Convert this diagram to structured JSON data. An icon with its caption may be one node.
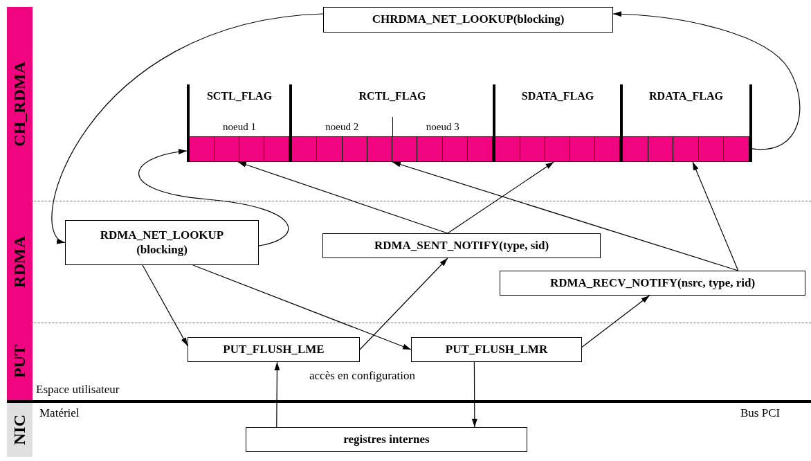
{
  "diagram": {
    "nodes": [
      {
        "text": [
          "CH_RDMA"
        ]
      },
      {
        "text": [
          "RDMA"
        ]
      },
      {
        "text": [
          "PUT"
        ]
      },
      {
        "text": [
          "NIC"
        ]
      },
      {
        "text": [
          "CHRDMA_NET_LOOKUP(blocking)"
        ]
      },
      {
        "text": [
          "SCTL_FLAG",
          "noeud 1"
        ]
      },
      {
        "text": [
          "RCTL_FLAG",
          "noeud 2",
          "noeud 3"
        ]
      },
      {
        "text": [
          "SDATA_FLAG"
        ]
      },
      {
        "text": [
          "RDATA_FLAG"
        ]
      },
      {
        "text": [
          "RDMA_NET_LOOKUP (blocking)"
        ]
      },
      {
        "text": [
          "RDMA_SENT_NOTIFY(type, sid)"
        ]
      },
      {
        "text": [
          "RDMA_RECV_NOTIFY(nsrc, type, rid)"
        ]
      },
      {
        "text": [
          "PUT_FLUSH_LME"
        ]
      },
      {
        "text": [
          "PUT_FLUSH_LMR"
        ]
      },
      {
        "text": [
          "registres internes"
        ]
      }
    ],
    "edges": [
      {
        "from": 4,
        "to": 9,
        "arrow": "to"
      },
      {
        "from": 9,
        "to": 5,
        "arrow": "to"
      },
      {
        "from": 8,
        "to": 4,
        "arrow": "to"
      },
      {
        "from": 9,
        "to": 12,
        "arrow": "to"
      },
      {
        "from": 9,
        "to": 13,
        "arrow": "to"
      },
      {
        "from": 12,
        "to": 10,
        "arrow": "to"
      },
      {
        "from": 13,
        "to": 11,
        "arrow": "to"
      },
      {
        "from": 10,
        "to": 5,
        "arrow": "to"
      },
      {
        "from": 10,
        "to": 7,
        "arrow": "to"
      },
      {
        "from": 11,
        "to": 6,
        "arrow": "to"
      },
      {
        "from": 11,
        "to": 8,
        "arrow": "to"
      },
      {
        "from": 14,
        "to": 12,
        "arrow": "to"
      },
      {
        "from": 13,
        "to": 14,
        "arrow": "to"
      }
    ],
    "labels": [
      "accès en configuration",
      "Espace utilisateur",
      "Matériel",
      "Bus PCI"
    ]
  }
}
